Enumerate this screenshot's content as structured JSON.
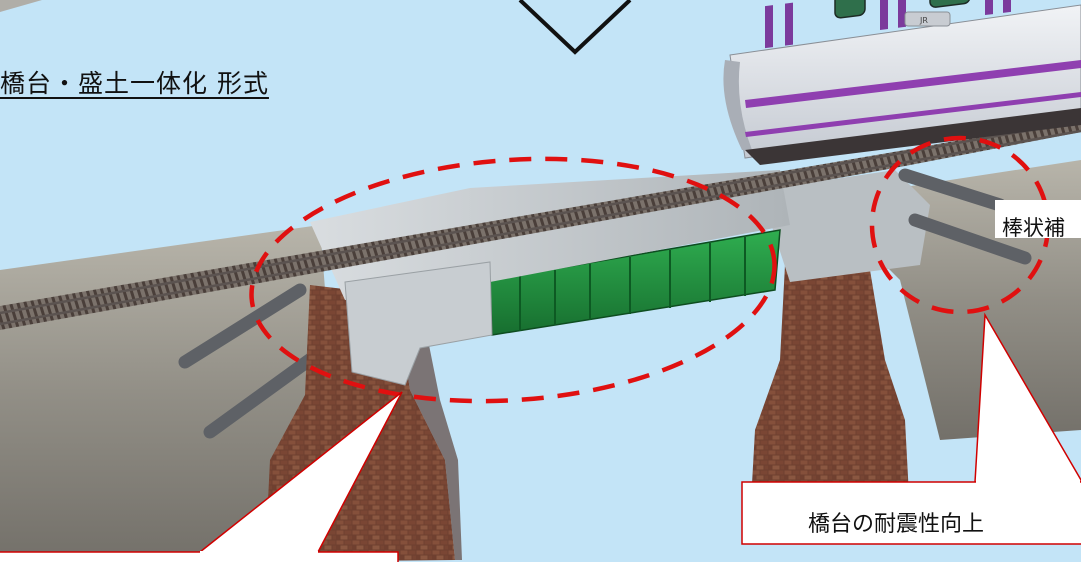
{
  "title": "橋台・盛土一体化 形式",
  "callouts": {
    "right": "橋台の耐震性向上",
    "top": "棒状補"
  },
  "train": {
    "roof_label": "JR",
    "body_color": "#dfe3ea",
    "stripe_color": "#8f3fb0"
  },
  "colors": {
    "background": "#c3e4f7",
    "highlight": "#e01010",
    "callout_border": "#d00000",
    "brick": "#6b3a2a",
    "girder_green": "#1d8a3c"
  }
}
